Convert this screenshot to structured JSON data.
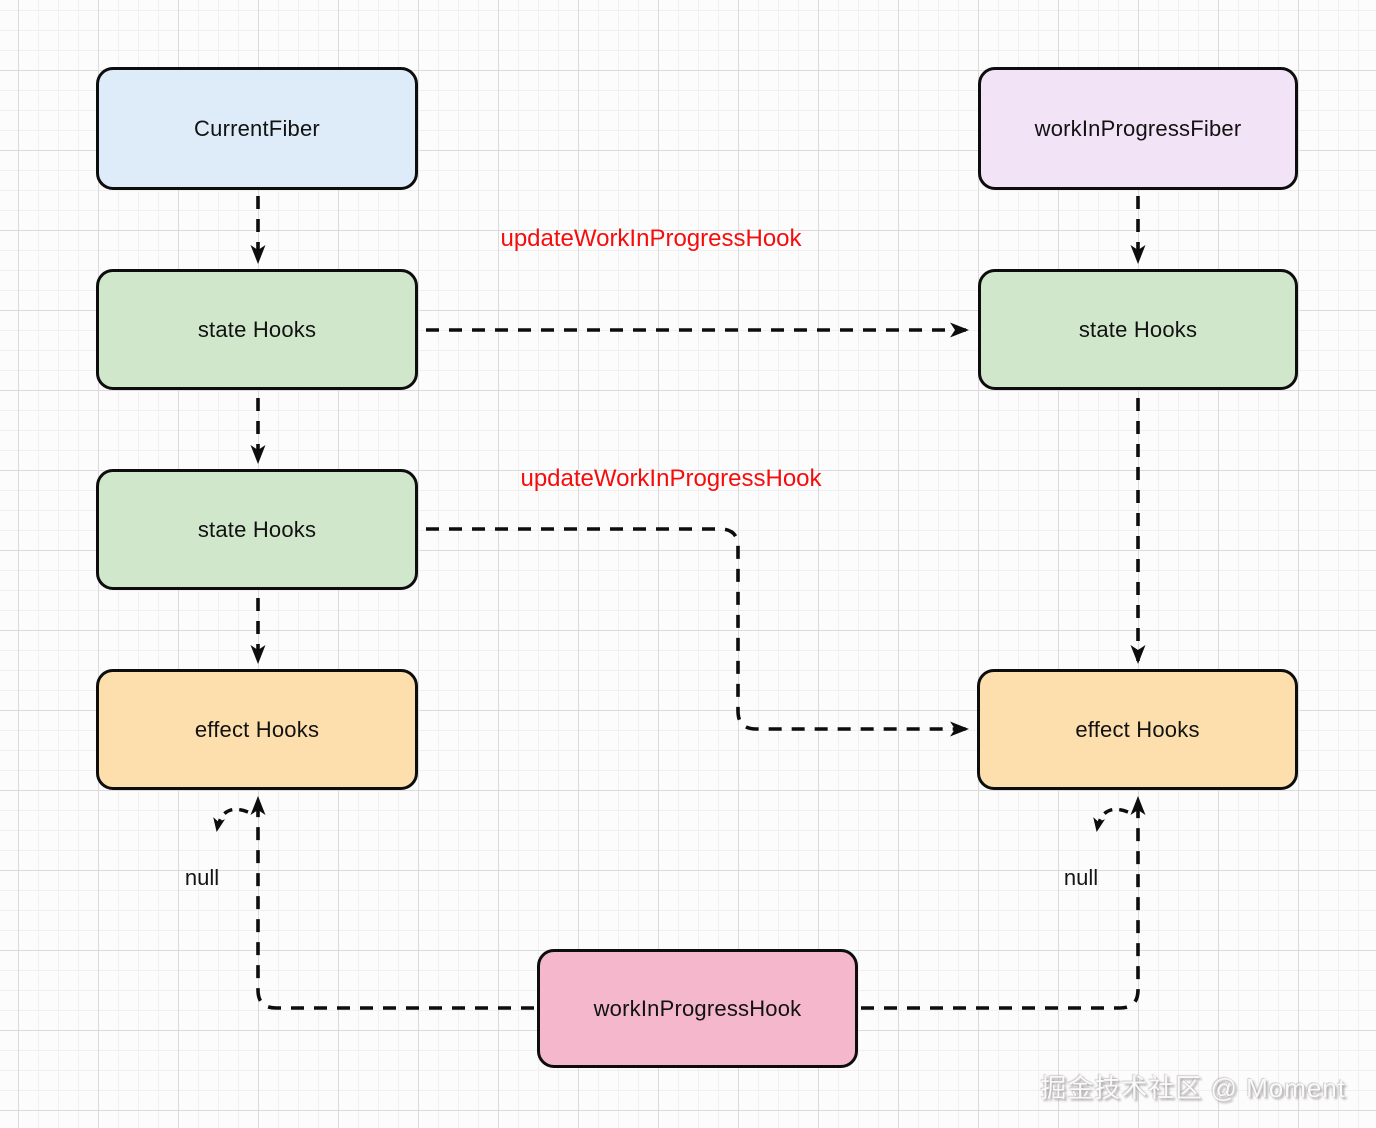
{
  "diagram": {
    "title": "React hooks fiber linkage diagram",
    "nodes": [
      {
        "id": "current-fiber",
        "label": "CurrentFiber",
        "fill": "#ddecf8"
      },
      {
        "id": "wip-fiber",
        "label": "workInProgressFiber",
        "fill": "#f2e3f6"
      },
      {
        "id": "state-hooks-left-1",
        "label": "state Hooks",
        "fill": "#d0e7cc"
      },
      {
        "id": "state-hooks-right",
        "label": "state Hooks",
        "fill": "#d0e7cc"
      },
      {
        "id": "state-hooks-left-2",
        "label": "state Hooks",
        "fill": "#d0e7cc"
      },
      {
        "id": "effect-hooks-left",
        "label": "effect Hooks",
        "fill": "#fcdfad"
      },
      {
        "id": "effect-hooks-right",
        "label": "effect Hooks",
        "fill": "#fcdfad"
      },
      {
        "id": "wip-hook",
        "label": "workInProgressHook",
        "fill": "#f4b7cb"
      }
    ],
    "edge_labels": [
      {
        "id": "update-wip-hook-label-1",
        "text": "updateWorkInProgressHook",
        "color": "#f50d0d"
      },
      {
        "id": "update-wip-hook-label-2",
        "text": "updateWorkInProgressHook",
        "color": "#f50d0d"
      }
    ],
    "null_labels": [
      "null",
      "null"
    ],
    "edges": [
      {
        "from": "CurrentFiber",
        "to": "state Hooks (current, 1st)",
        "style": "dashed-arrow"
      },
      {
        "from": "state Hooks (current, 1st)",
        "to": "state Hooks (current, 2nd)",
        "style": "dashed-arrow"
      },
      {
        "from": "state Hooks (current, 2nd)",
        "to": "effect Hooks (current)",
        "style": "dashed-arrow"
      },
      {
        "from": "workInProgressFiber",
        "to": "state Hooks (wip)",
        "style": "dashed-arrow"
      },
      {
        "from": "state Hooks (wip)",
        "to": "effect Hooks (wip)",
        "style": "dashed-arrow"
      },
      {
        "from": "state Hooks (current, 1st)",
        "to": "state Hooks (wip)",
        "style": "dashed-arrow",
        "label": "updateWorkInProgressHook"
      },
      {
        "from": "state Hooks (current, 2nd)",
        "to": "effect Hooks (wip)",
        "style": "dashed-arrow-elbow",
        "label": "updateWorkInProgressHook"
      },
      {
        "from": "workInProgressHook",
        "to": "effect Hooks (current)",
        "style": "dashed-arrow-elbow"
      },
      {
        "from": "workInProgressHook",
        "to": "effect Hooks (wip)",
        "style": "dashed-arrow-elbow"
      },
      {
        "from": "effect Hooks (current)",
        "to": "null",
        "style": "dashed-curved-arrow"
      },
      {
        "from": "effect Hooks (wip)",
        "to": "null",
        "style": "dashed-curved-arrow"
      }
    ],
    "watermark": "掘金技术社区 @ Moment",
    "colors": {
      "edge": "#0d0d0d",
      "node_border": "#0d0d0d",
      "grid_minor": "#f1efef",
      "grid_major": "#dcdada",
      "background": "#fdfcfc"
    }
  }
}
